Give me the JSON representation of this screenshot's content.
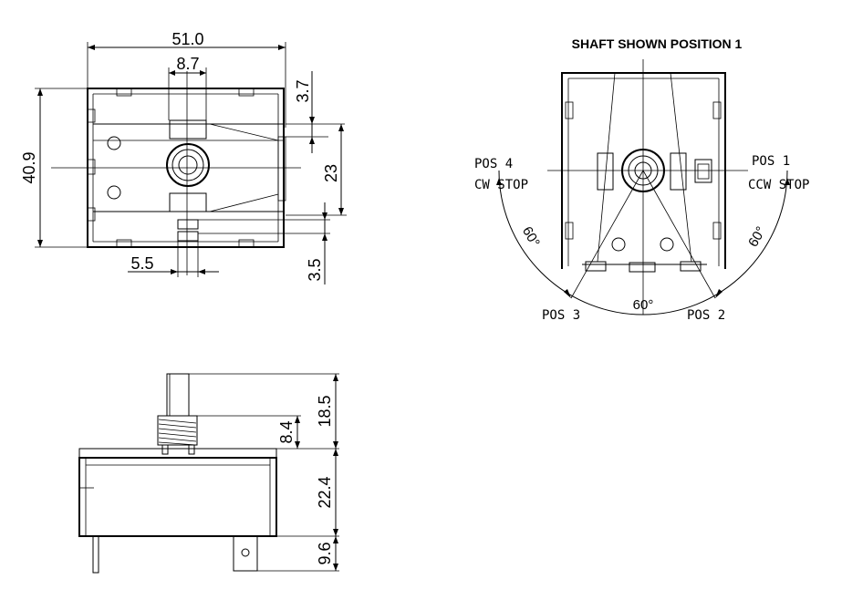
{
  "top_view": {
    "width_overall": "51.0",
    "shaft_width": "8.7",
    "height_overall": "40.9",
    "top_offset": "3.7",
    "mount_spacing": "23",
    "bottom_offset": "3.5",
    "terminal_width": "5.5"
  },
  "side_view": {
    "shaft_length": "18.5",
    "bushing_length": "8.4",
    "body_height": "22.4",
    "terminal_length": "9.6"
  },
  "position_view": {
    "title": "SHAFT SHOWN POSITION 1",
    "pos1": "POS 1",
    "pos2": "POS 2",
    "pos3": "POS 3",
    "pos4": "POS 4",
    "cw_stop": "CW STOP",
    "ccw_stop": "CCW STOP",
    "angle_left": "60°",
    "angle_bottom": "60°",
    "angle_right": "60°"
  }
}
